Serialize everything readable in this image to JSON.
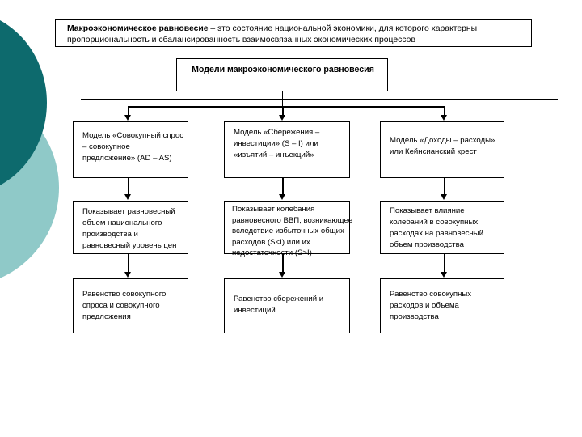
{
  "slide": {
    "background_color": "#ffffff",
    "decor": {
      "dark_circle_color": "#0d6a6d",
      "light_circle_color": "#8fc9c8"
    }
  },
  "header": {
    "lead": "Макроэкономическое равновесие",
    "rest": " – это состояние национальной экономики, для которого характерны пропорциональность и сбалансированность взаимосвязанных экономических процессов"
  },
  "title": {
    "text": "Модели макроэкономического равновесия"
  },
  "rows": [
    {
      "name": "models",
      "cells": [
        {
          "text": "Модель «Совокупный спрос – совокупное предложение» (AD – AS)"
        },
        {
          "text": "Модель «Сбережения – инвестиции» (S – I) или «изъятий – инъекций»"
        },
        {
          "text": "Модель «Доходы – расходы» или Кейнсианский крест"
        }
      ]
    },
    {
      "name": "shows",
      "cells": [
        {
          "text": "Показывает равновесный объем национального производства и равновесный уровень цен"
        },
        {
          "text": "Показывает колебания равновесного ВВП, возникающее вследствие избыточных общих расходов (S<I) или их недостаточности (S>I)"
        },
        {
          "text": "Показывает влияние колебаний в совокупных расходах на равновесный объем производства"
        }
      ]
    },
    {
      "name": "equality",
      "cells": [
        {
          "text": "Равенство совокупного спроса и совокупного предложения"
        },
        {
          "text": "Равенство сбережений и инвестиций"
        },
        {
          "text": "Равенство совокупных расходов и объема производства"
        }
      ]
    }
  ]
}
